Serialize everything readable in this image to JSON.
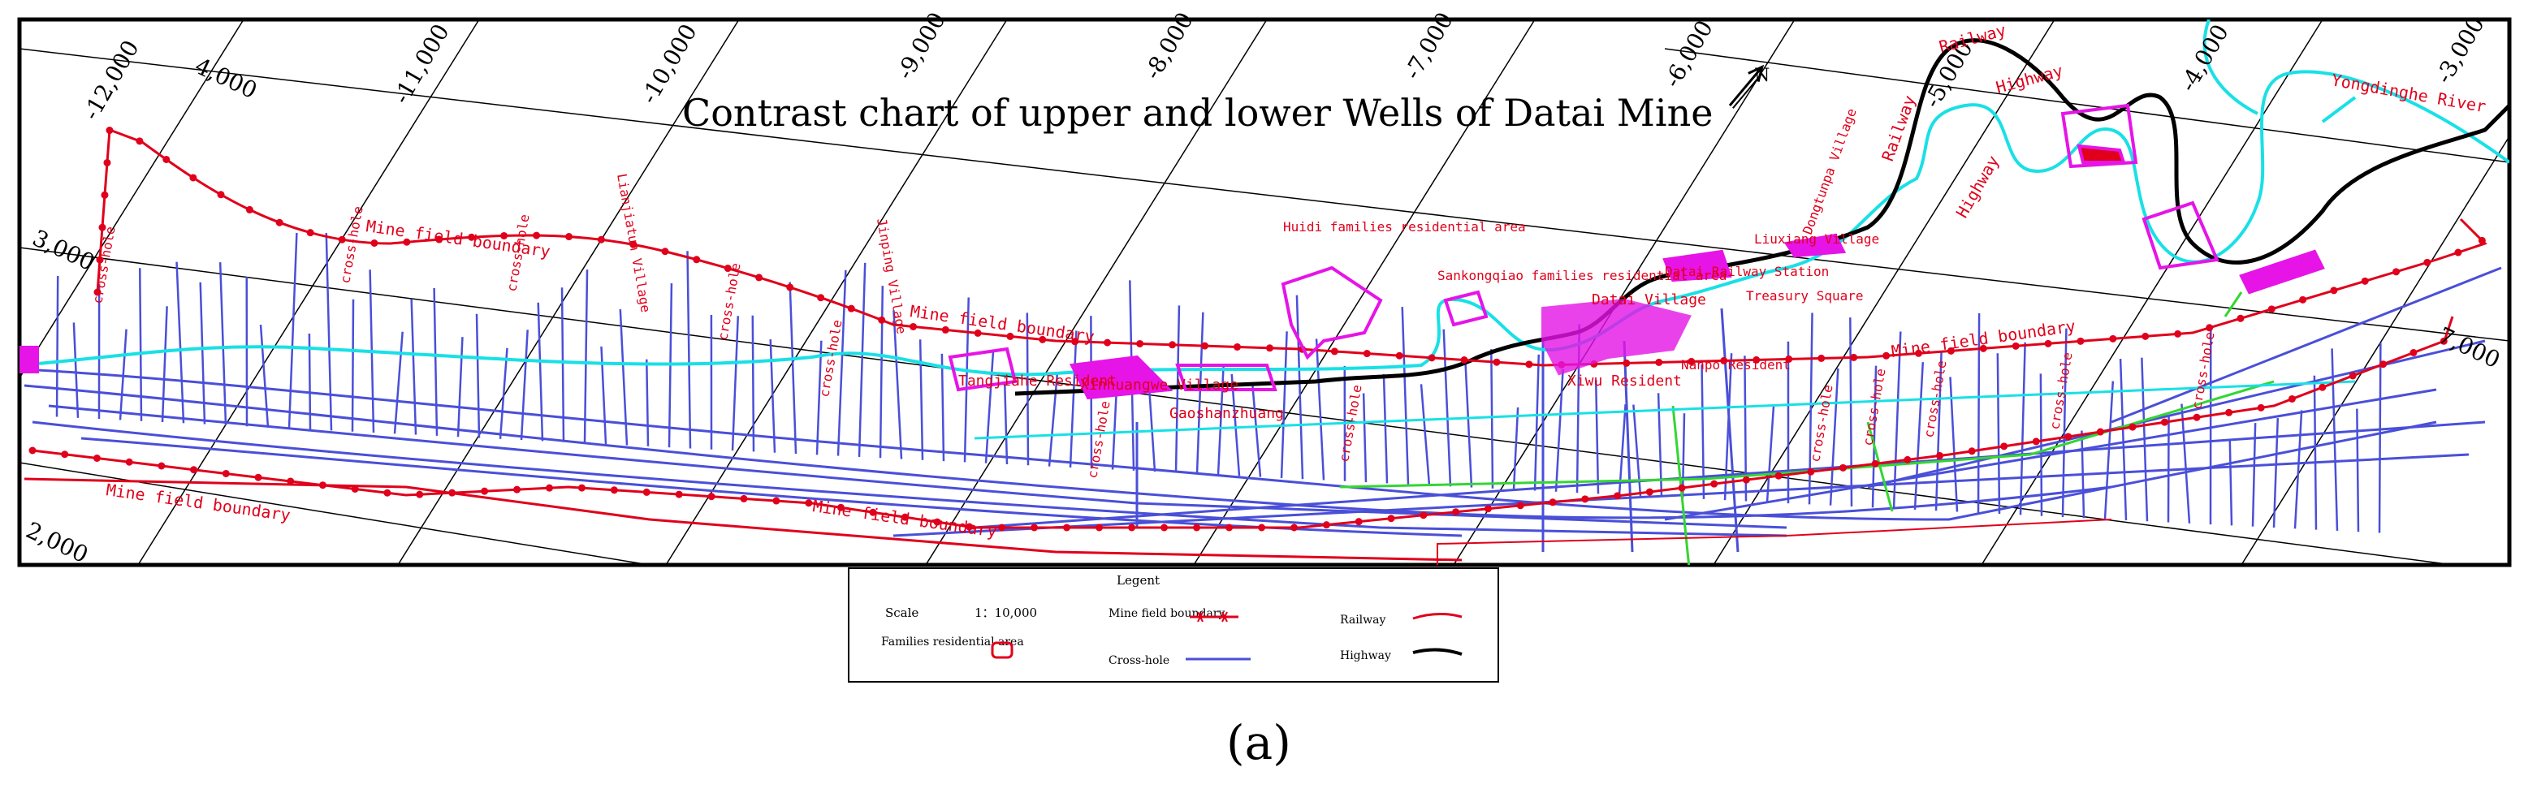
{
  "map": {
    "title": "Contrast chart of upper and lower Wells of Datai Mine",
    "grid_labels": [
      "-12,000",
      "-11,000",
      "-10,000",
      "-9,000",
      "-8,000",
      "-7,000",
      "-6,000",
      "-5,000",
      "-4,000",
      "-3,000",
      "4,000",
      "3,000",
      "2,000",
      "7,000"
    ],
    "north_label": "N",
    "labels": {
      "mine_boundary_1": "Mine field boundary",
      "mine_boundary_2": "Mine field boundary",
      "mine_boundary_3": "Mine field boundary",
      "mine_boundary_4": "Mine field boundary",
      "mine_boundary_5": "Mine field boundary",
      "cross_hole_1": "cross-hole",
      "cross_hole_2": "cross-hole",
      "cross_hole_3": "cross-hole",
      "cross_hole_4": "cross-hole",
      "cross_hole_5": "cross-hole",
      "cross_hole_6": "cross-hole",
      "cross_hole_7": "cross-hole",
      "cross_hole_8": "cross-hole",
      "cross_hole_9": "cross-hole",
      "cross_hole_10": "cross-hole",
      "cross_hole_11": "cross-hole",
      "cross_hole_12": "cross-hole",
      "railway": "Railway",
      "railway_2": "Railway",
      "highway": "Highway",
      "highway_2": "Highway",
      "river": "Yongdinghe River",
      "village_1": "Tangjiahe Resident",
      "village_2": "Xinhuangwe Village",
      "village_3": "Huidi families residential area",
      "village_4": "Sankongqiao families residential area",
      "village_5": "Datai Railway Station",
      "village_6": "Datai Village",
      "village_7": "Xiwu Resident",
      "village_8": "Nanpo Resident",
      "village_9": "Liuxiang Village",
      "village_10": "Treasury Square",
      "village_11": "Dongtunpa Village",
      "village_12": "Gaoshanzhuang",
      "village_13": "Lianjiatun Village",
      "village_14": "Jinping Village"
    },
    "colors": {
      "boundary": "#e0001b",
      "cross_hole": "#4a4fd8",
      "river": "#19e0e6",
      "highway": "#000000",
      "railway": "#e0001b",
      "residential": "#e614e6",
      "green": "#33d633"
    }
  },
  "legend": {
    "heading": "Legent",
    "scale_label": "Scale",
    "scale_value": "1：10,000",
    "families_label": "Families residential area",
    "mine_boundary_label": "Mine field boundary",
    "cross_hole_label": "Cross-hole",
    "railway_label": "Railway",
    "highway_label": "Highway"
  },
  "caption": "(a)"
}
